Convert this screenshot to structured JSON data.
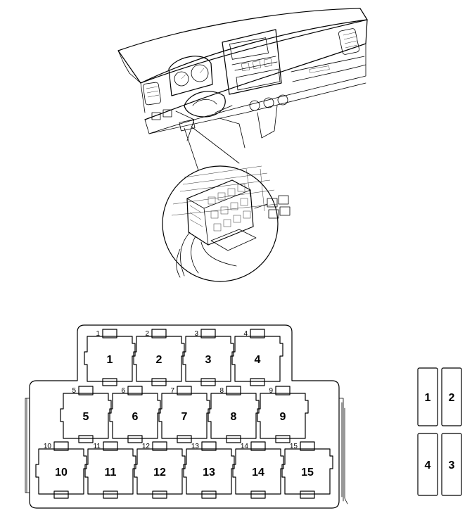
{
  "relay_panel": {
    "positions": [
      {
        "number": "1",
        "tag": "1"
      },
      {
        "number": "2",
        "tag": "2"
      },
      {
        "number": "3",
        "tag": "3"
      },
      {
        "number": "4",
        "tag": "4"
      },
      {
        "number": "5",
        "tag": "5"
      },
      {
        "number": "6",
        "tag": "6"
      },
      {
        "number": "7",
        "tag": "7"
      },
      {
        "number": "8",
        "tag": "8"
      },
      {
        "number": "9",
        "tag": "9"
      },
      {
        "number": "10",
        "tag": "10"
      },
      {
        "number": "11",
        "tag": "11"
      },
      {
        "number": "12",
        "tag": "12"
      },
      {
        "number": "13",
        "tag": "13"
      },
      {
        "number": "14",
        "tag": "14"
      },
      {
        "number": "15",
        "tag": "15"
      }
    ]
  },
  "aux_block": {
    "positions": [
      "1",
      "2",
      "4",
      "3"
    ]
  },
  "colors": {
    "line": "#000000",
    "background": "#ffffff"
  }
}
